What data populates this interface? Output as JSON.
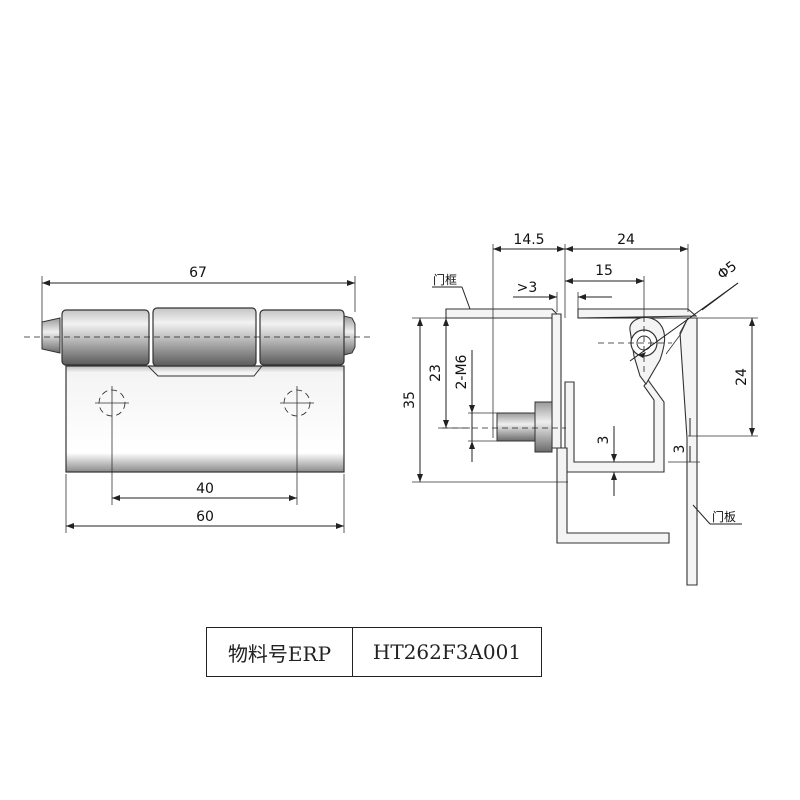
{
  "front_view": {
    "dim_overall_width": "67",
    "dim_hole_spacing": "40",
    "dim_plate_width": "60"
  },
  "side_view": {
    "dim_offset": "14.5",
    "dim_leaf_width": "24",
    "dim_clearance": ">3",
    "dim_pin_position": "15",
    "dim_pin_diameter": "Φ5",
    "dim_total_height": "35",
    "dim_screw_height": "23",
    "dim_screw_spec": "2-M6",
    "dim_right_height": "24",
    "dim_gap": "3",
    "dim_thickness": "3",
    "label_door_frame": "门框",
    "label_door_panel": "门板"
  },
  "table": {
    "key": "物料号ERP",
    "value": "HT262F3A001"
  },
  "colors": {
    "metal_light": "#f0f0f0",
    "metal_dark": "#6a6a6a",
    "line": "#222222"
  }
}
